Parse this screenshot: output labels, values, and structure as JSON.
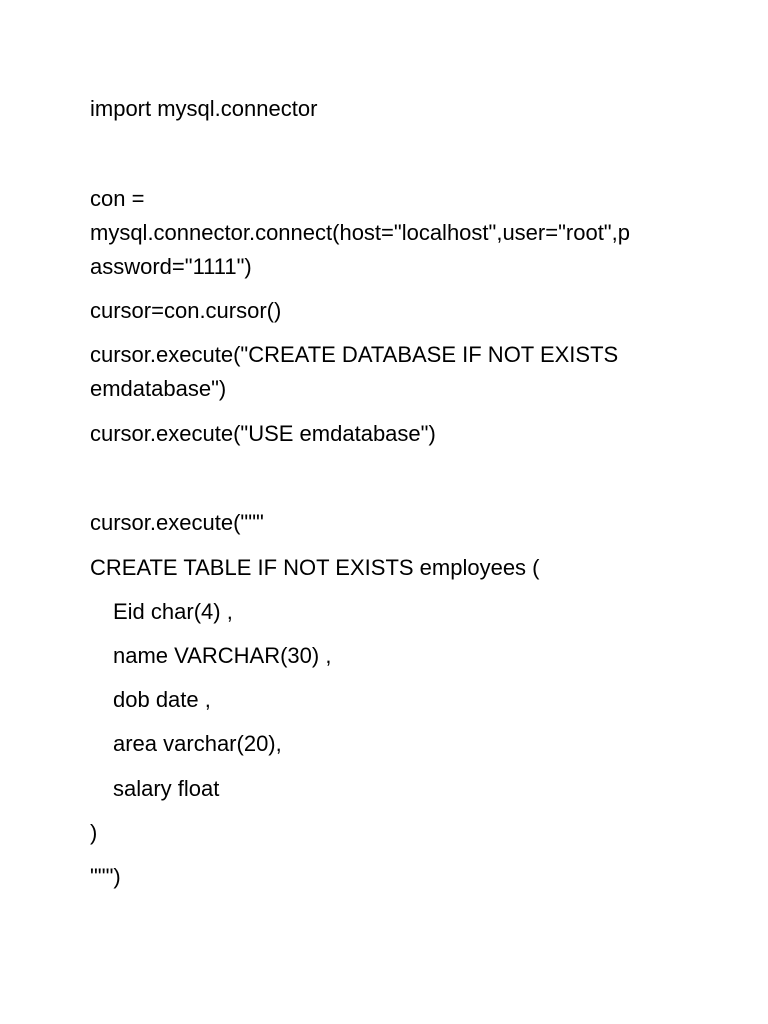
{
  "document": {
    "lines": [
      "import mysql.connector",
      "con =",
      "mysql.connector.connect(host=\"localhost\",user=\"root\",p",
      "assword=\"1111\")",
      "cursor=con.cursor()",
      "cursor.execute(\"CREATE DATABASE IF NOT EXISTS",
      "emdatabase\")",
      "cursor.execute(\"USE emdatabase\")",
      "cursor.execute(\"\"\"",
      "CREATE TABLE IF NOT EXISTS employees (",
      "Eid char(4) ,",
      "name VARCHAR(30) ,",
      "dob date ,",
      "area varchar(20),",
      "salary float",
      ")",
      "\"\"\")"
    ]
  }
}
